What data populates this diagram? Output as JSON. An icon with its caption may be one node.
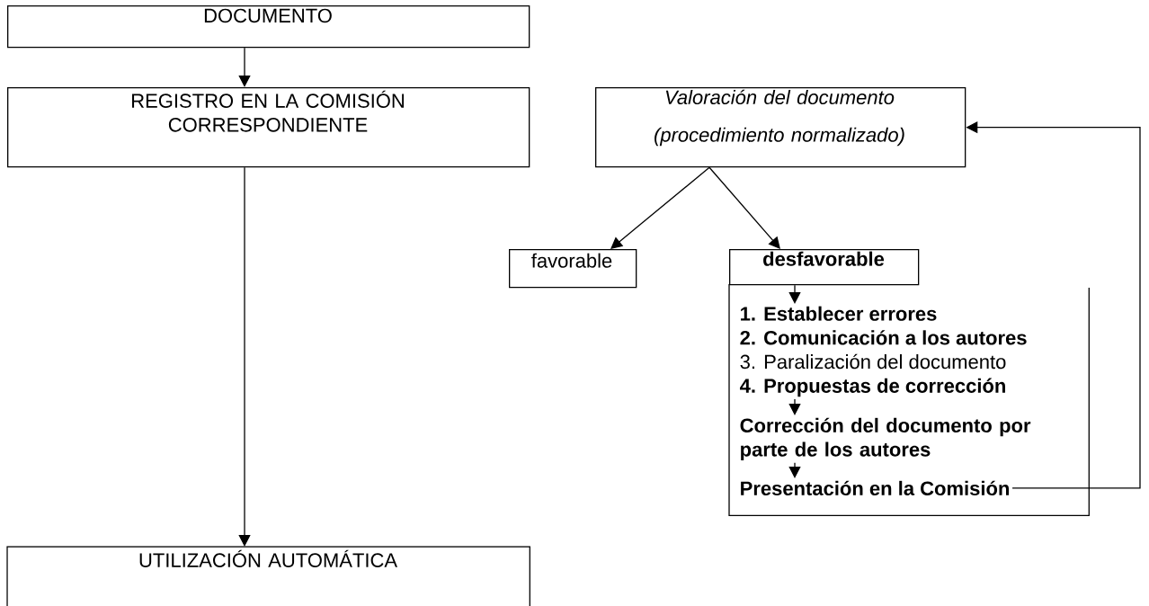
{
  "diagram": {
    "nodes": [
      {
        "text": [
          "DOCUMENTO"
        ]
      },
      {
        "text": [
          "REGISTRO EN LA COMISIÓN CORRESPONDIENTE"
        ]
      },
      {
        "text": [
          "Valoración del documento",
          "(procedimiento normalizado)"
        ]
      },
      {
        "text": [
          "favorable"
        ]
      },
      {
        "text": [
          "desfavorable"
        ]
      },
      {
        "text": [],
        "shape": "box"
      },
      {
        "text": [
          "1. Establecer errores",
          "2. Comunicación a los autores",
          "3. Paralización del documento",
          "4. Propuestas de corrección"
        ],
        "in": 5
      },
      {
        "text": [
          "Corrección del documento por parte de los autores"
        ],
        "in": 5
      },
      {
        "text": [
          "Presentación en la Comisión"
        ],
        "in": 5
      },
      {
        "text": [
          "UTILIZACIÓN AUTOMÁTICA"
        ]
      }
    ],
    "edges": [
      {
        "from": 0,
        "to": 1,
        "arrow": "to"
      },
      {
        "from": 1,
        "to": 9,
        "arrow": "to"
      },
      {
        "from": 2,
        "to": 3,
        "arrow": "to"
      },
      {
        "from": 2,
        "to": 4,
        "arrow": "to"
      },
      {
        "from": 4,
        "to": 6,
        "arrow": "to"
      },
      {
        "from": 6,
        "to": 7,
        "arrow": "to"
      },
      {
        "from": 7,
        "to": 8,
        "arrow": "to"
      },
      {
        "from": 8,
        "to": 2,
        "arrow": "to"
      }
    ]
  }
}
